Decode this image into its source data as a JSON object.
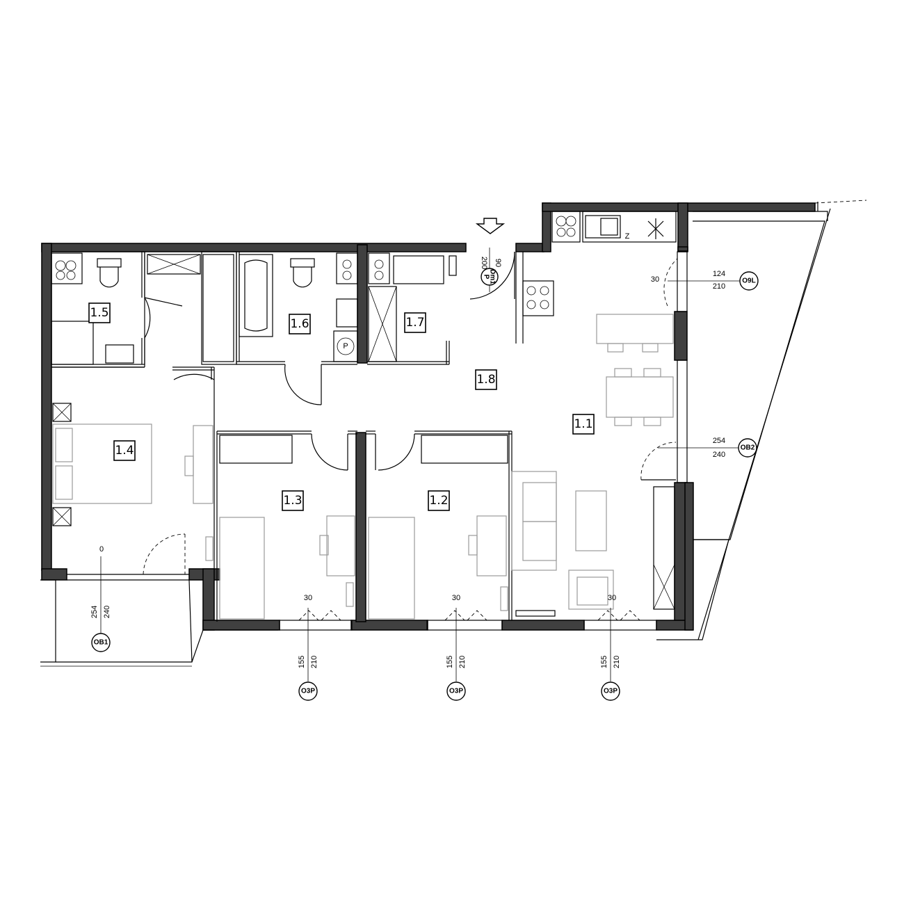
{
  "rooms": [
    {
      "id": "1.1",
      "label": "1.1"
    },
    {
      "id": "1.2",
      "label": "1.2"
    },
    {
      "id": "1.3",
      "label": "1.3"
    },
    {
      "id": "1.4",
      "label": "1.4"
    },
    {
      "id": "1.5",
      "label": "1.5"
    },
    {
      "id": "1.6",
      "label": "1.6"
    },
    {
      "id": "1.7",
      "label": "1.7"
    },
    {
      "id": "1.8",
      "label": "1.8"
    }
  ],
  "entrance": {
    "width": "90",
    "height": "200",
    "tag": "Dm1",
    "side": "P"
  },
  "windows": {
    "o9l": {
      "tag": "O9L",
      "width": "124",
      "height": "210",
      "sill": "30"
    },
    "ob2": {
      "tag": "OB2",
      "width": "254",
      "height": "240"
    },
    "ob1": {
      "tag": "OB1",
      "width": "254",
      "height": "240",
      "sill": "0"
    },
    "o3p": [
      {
        "tag": "O3P",
        "width": "155",
        "height": "210",
        "sill": "30"
      },
      {
        "tag": "O3P",
        "width": "155",
        "height": "210",
        "sill": "30"
      },
      {
        "tag": "O3P",
        "width": "155",
        "height": "210",
        "sill": "30"
      }
    ]
  },
  "fixtures": {
    "sink_mark": "Z",
    "washer_mark": "P"
  }
}
